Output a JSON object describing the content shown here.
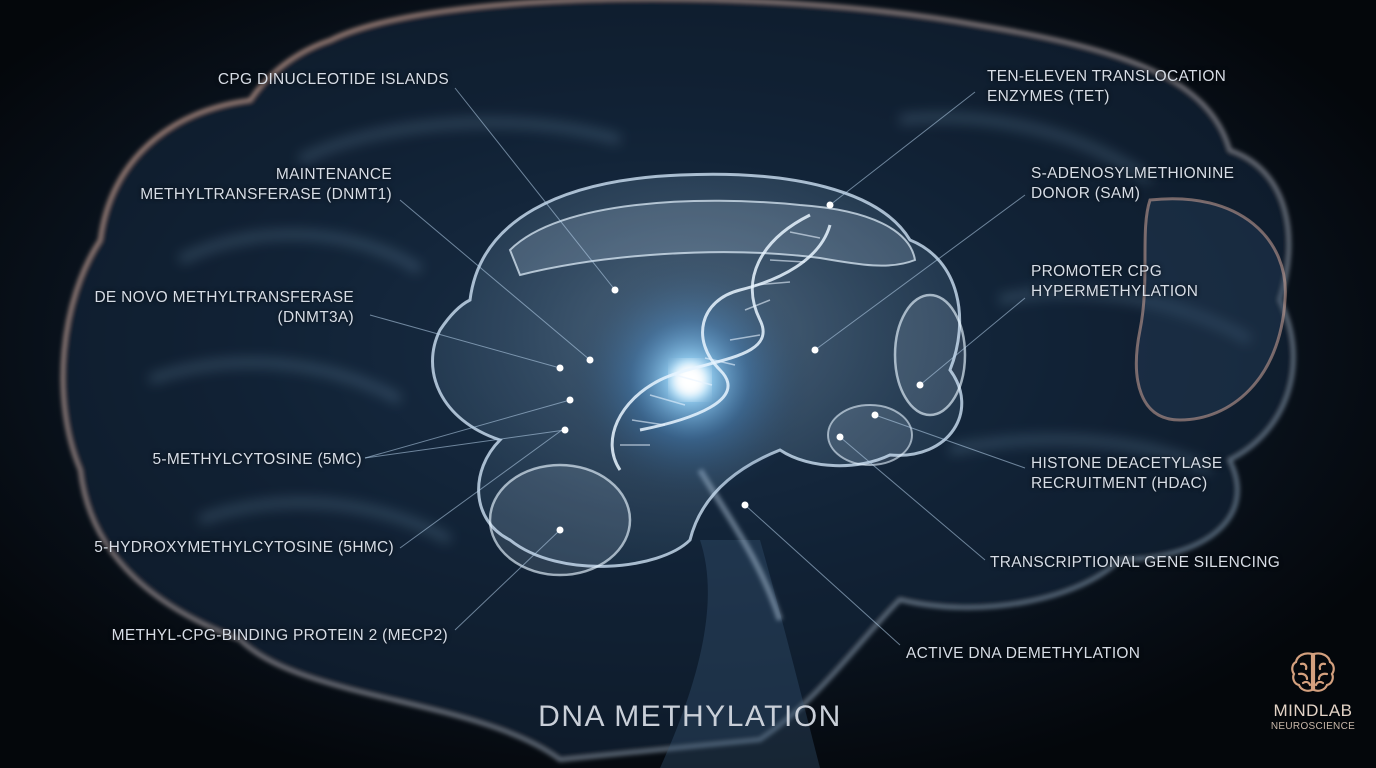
{
  "title": "DNA METHYLATION",
  "labels_left": [
    {
      "id": "cpg-islands",
      "lines": [
        "CPG DINUCLEOTIDE ISLANDS"
      ]
    },
    {
      "id": "dnmt1",
      "lines": [
        "MAINTENANCE",
        "METHYLTRANSFERASE (DNMT1)"
      ]
    },
    {
      "id": "dnmt3a",
      "lines": [
        "DE NOVO METHYLTRANSFERASE",
        "(DNMT3A)"
      ]
    },
    {
      "id": "5mc",
      "lines": [
        "5-METHYLCYTOSINE (5MC)"
      ]
    },
    {
      "id": "5hmc",
      "lines": [
        "5-HYDROXYMETHYLCYTOSINE (5HMC)"
      ]
    },
    {
      "id": "mecp2",
      "lines": [
        "METHYL-CPG-BINDING PROTEIN 2 (MECP2)"
      ]
    }
  ],
  "labels_right": [
    {
      "id": "tet",
      "lines": [
        "TEN-ELEVEN TRANSLOCATION",
        "ENZYMES (TET)"
      ]
    },
    {
      "id": "sam",
      "lines": [
        "S-ADENOSYLMETHIONINE",
        "DONOR (SAM)"
      ]
    },
    {
      "id": "promoter",
      "lines": [
        "PROMOTER CPG",
        "HYPERMETHYLATION"
      ]
    },
    {
      "id": "hdac",
      "lines": [
        "HISTONE DEACETYLASE",
        "RECRUITMENT (HDAC)"
      ]
    },
    {
      "id": "silencing",
      "lines": [
        "TRANSCRIPTIONAL GENE SILENCING"
      ]
    },
    {
      "id": "demethylation",
      "lines": [
        "ACTIVE DNA DEMETHYLATION"
      ]
    }
  ],
  "logo": {
    "name": "MINDLAB",
    "subtitle": "NEUROSCIENCE",
    "icon": "brain-icon"
  },
  "colors": {
    "background": "#05080d",
    "glow": "#7fc8ff",
    "brain_rim": "#e8a98a",
    "label": "#d7dde6"
  }
}
